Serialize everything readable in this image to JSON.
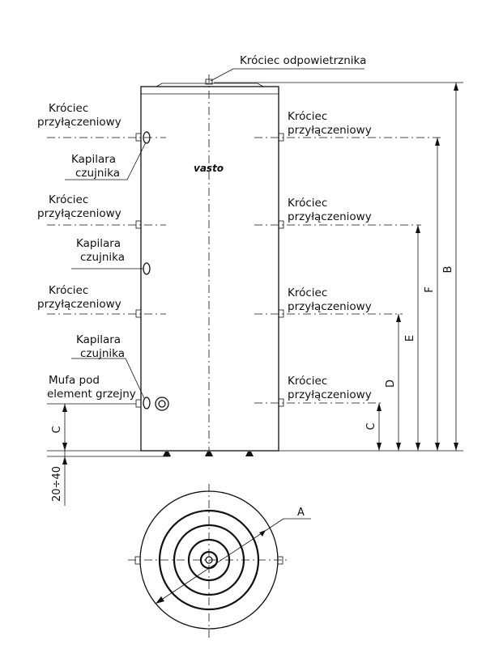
{
  "brand": "vasto",
  "labels": {
    "top_vent": "Króciec odpowietrznika",
    "left_conn_1": [
      "Króciec",
      "przyłączeniowy"
    ],
    "left_conn_2": [
      "Króciec",
      "przyłączeniowy"
    ],
    "left_conn_3": [
      "Króciec",
      "przyłączeniowy"
    ],
    "sensor_1": [
      "Kapilara",
      "czujnika"
    ],
    "sensor_2": [
      "Kapilara",
      "czujnika"
    ],
    "sensor_3": [
      "Kapilara",
      "czujnika"
    ],
    "heater_sleeve": [
      "Mufa pod",
      "element grzejny"
    ],
    "right_conn_1": [
      "Króciec",
      "przyłączeniowy"
    ],
    "right_conn_2": [
      "Króciec",
      "przyłączeniowy"
    ],
    "right_conn_3": [
      "Króciec",
      "przyłączeniowy"
    ],
    "right_conn_4": [
      "Króciec",
      "przyłączeniowy"
    ]
  },
  "dimensions": {
    "A": "A",
    "B": "B",
    "C_left": "C",
    "C_right": "C",
    "D": "D",
    "E": "E",
    "F": "F",
    "feet": "20÷40"
  }
}
